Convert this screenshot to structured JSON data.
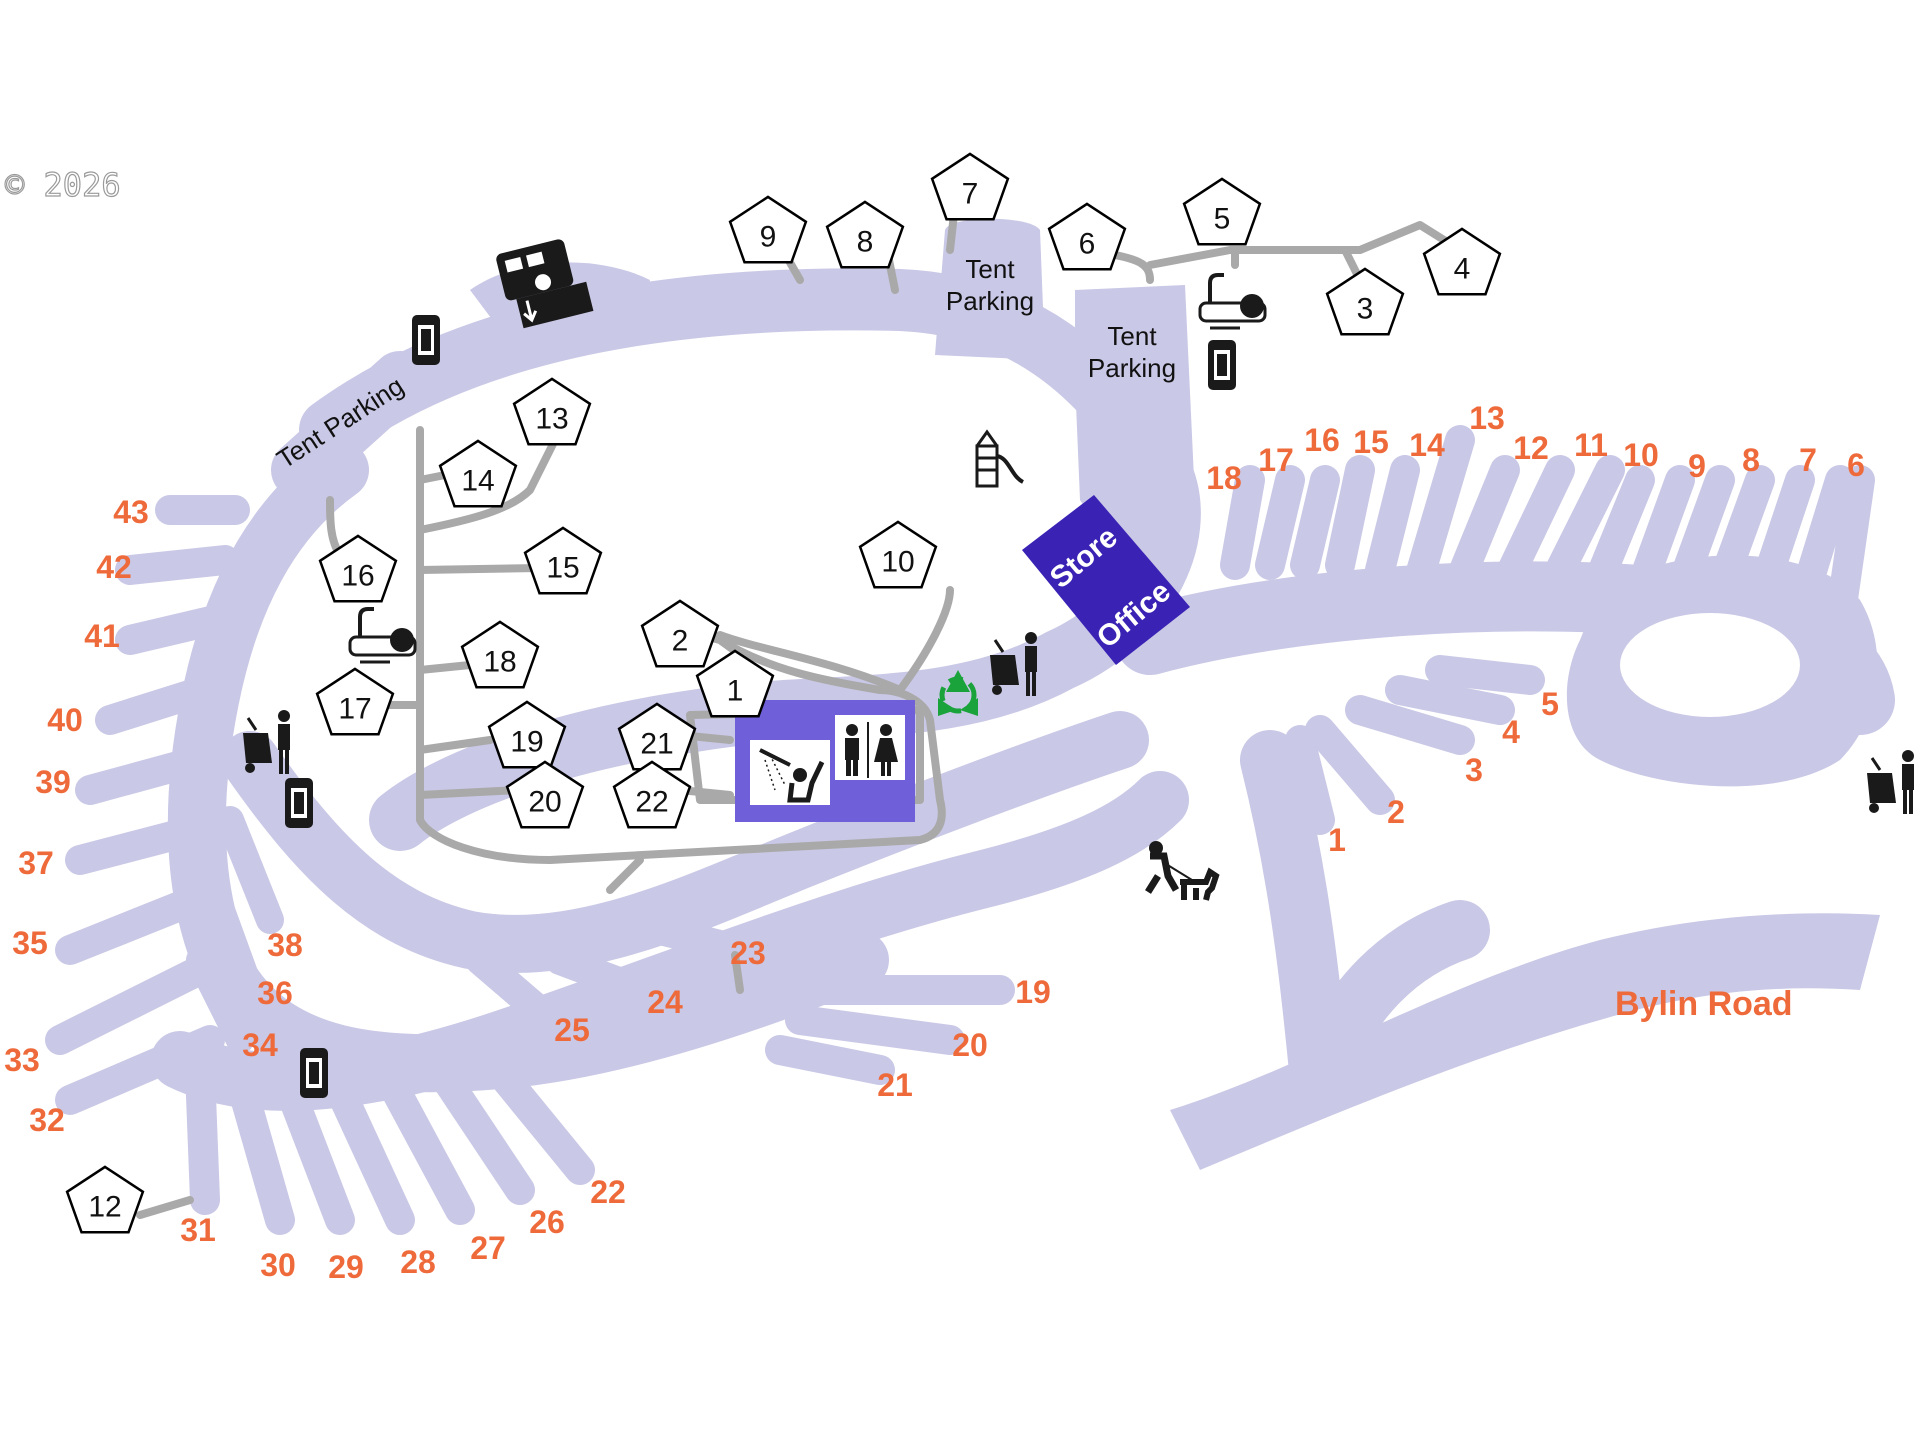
{
  "copyright": "© 2026",
  "road_name": "Bylin Road",
  "areas": {
    "tent_parking_1": [
      "Tent",
      "Parking"
    ],
    "tent_parking_2": [
      "Tent",
      "Parking"
    ],
    "tent_parking_left": "Tent Parking",
    "store": "Store",
    "office": "Office"
  },
  "tent_sites": [
    "1",
    "2",
    "3",
    "4",
    "5",
    "6",
    "7",
    "8",
    "9",
    "10",
    "12",
    "13",
    "14",
    "15",
    "16",
    "17",
    "18",
    "19",
    "20",
    "21",
    "22"
  ],
  "rv_sites": [
    "1",
    "2",
    "3",
    "4",
    "5",
    "6",
    "7",
    "8",
    "9",
    "10",
    "11",
    "12",
    "13",
    "14",
    "15",
    "16",
    "17",
    "18",
    "19",
    "20",
    "21",
    "22",
    "23",
    "24",
    "25",
    "26",
    "27",
    "28",
    "29",
    "30",
    "31",
    "32",
    "33",
    "34",
    "35",
    "36",
    "37",
    "38",
    "39",
    "40",
    "41",
    "42",
    "43"
  ],
  "icons": [
    "rv-dump-station-icon",
    "portable-toilet-icon",
    "water-spigot-icon",
    "trash-disposal-icon",
    "recycling-icon",
    "playground-icon",
    "shower-icon",
    "restroom-icon",
    "dog-walk-icon"
  ],
  "colors": {
    "road": "#c9c8e6",
    "path": "#a9a9a9",
    "rv_label": "#ee6a3a",
    "store": "#3a22b5",
    "restroom": "#6f5fd8",
    "recycle": "#19a33a"
  }
}
